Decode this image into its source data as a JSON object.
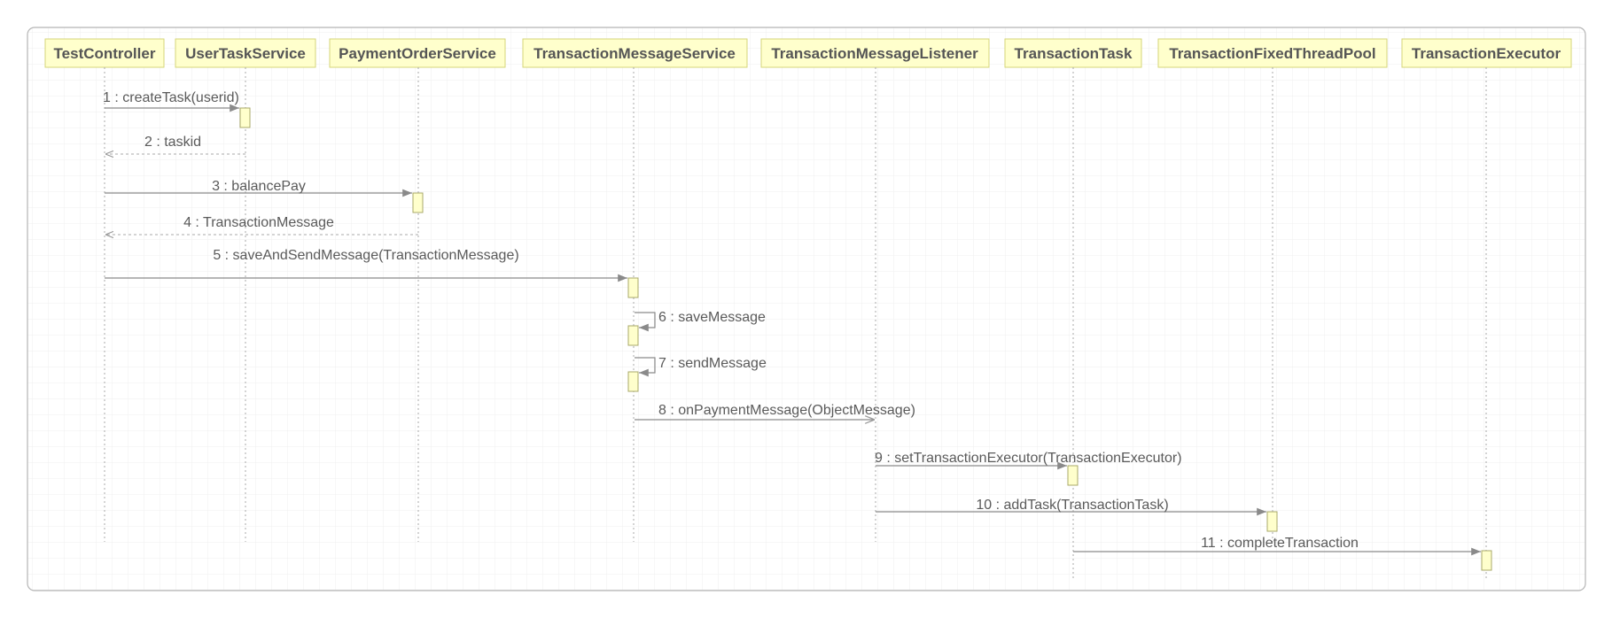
{
  "diagram": {
    "type": "sequence",
    "colors": {
      "frame_border": "#b5b5b5",
      "grid": "#ececec",
      "lifeline_fill": "#ffffcc",
      "lifeline_border": "#d6d67a",
      "text": "#555555",
      "line": "#8a8a8a"
    },
    "lifelines": [
      {
        "id": "tc",
        "name": "TestController"
      },
      {
        "id": "uts",
        "name": "UserTaskService"
      },
      {
        "id": "pos",
        "name": "PaymentOrderService"
      },
      {
        "id": "tms",
        "name": "TransactionMessageService"
      },
      {
        "id": "tml",
        "name": "TransactionMessageListener"
      },
      {
        "id": "tt",
        "name": "TransactionTask"
      },
      {
        "id": "tftp",
        "name": "TransactionFixedThreadPool"
      },
      {
        "id": "te",
        "name": "TransactionExecutor"
      }
    ],
    "messages": [
      {
        "id": "m1",
        "label": "1 : createTask(userid)",
        "from": "tc",
        "to": "uts",
        "kind": "sync"
      },
      {
        "id": "m2",
        "label": "2 : taskid",
        "from": "uts",
        "to": "tc",
        "kind": "return"
      },
      {
        "id": "m3",
        "label": "3 : balancePay",
        "from": "tc",
        "to": "pos",
        "kind": "sync"
      },
      {
        "id": "m4",
        "label": "4 : TransactionMessage",
        "from": "pos",
        "to": "tc",
        "kind": "return"
      },
      {
        "id": "m5",
        "label": "5 : saveAndSendMessage(TransactionMessage)",
        "from": "tc",
        "to": "tms",
        "kind": "sync"
      },
      {
        "id": "m6",
        "label": "6 : saveMessage",
        "from": "tms",
        "to": "tms",
        "kind": "self"
      },
      {
        "id": "m7",
        "label": "7 : sendMessage",
        "from": "tms",
        "to": "tms",
        "kind": "self"
      },
      {
        "id": "m8",
        "label": "8 : onPaymentMessage(ObjectMessage)",
        "from": "tms",
        "to": "tml",
        "kind": "async"
      },
      {
        "id": "m9",
        "label": "9 : setTransactionExecutor(TransactionExecutor)",
        "from": "tml",
        "to": "tt",
        "kind": "sync"
      },
      {
        "id": "m10",
        "label": "10 : addTask(TransactionTask)",
        "from": "tml",
        "to": "tftp",
        "kind": "sync"
      },
      {
        "id": "m11",
        "label": "11 : completeTransaction",
        "from": "tt",
        "to": "te",
        "kind": "sync"
      }
    ]
  }
}
